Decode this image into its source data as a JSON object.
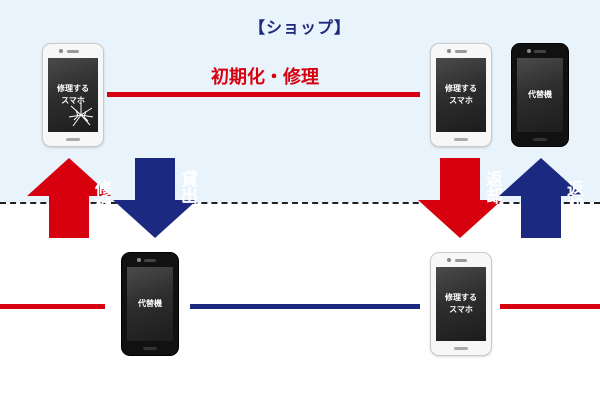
{
  "zones": {
    "shop_title": "【ショップ】"
  },
  "colors": {
    "shop_background": "#e8f3fc",
    "red_accent": "#d7000f",
    "navy_accent": "#1b2a80"
  },
  "flow": {
    "repair_label": "初期化・修理"
  },
  "phones": {
    "repair_label": "修理する\nスマホ",
    "loaner_label": "代替機"
  },
  "arrows": {
    "repair": "修理",
    "loan_out": "貸出",
    "return_repaired": "返却",
    "return_loaner": "返却"
  },
  "icons": [
    "cracked-screen-icon",
    "up-arrow-icon",
    "down-arrow-icon"
  ]
}
